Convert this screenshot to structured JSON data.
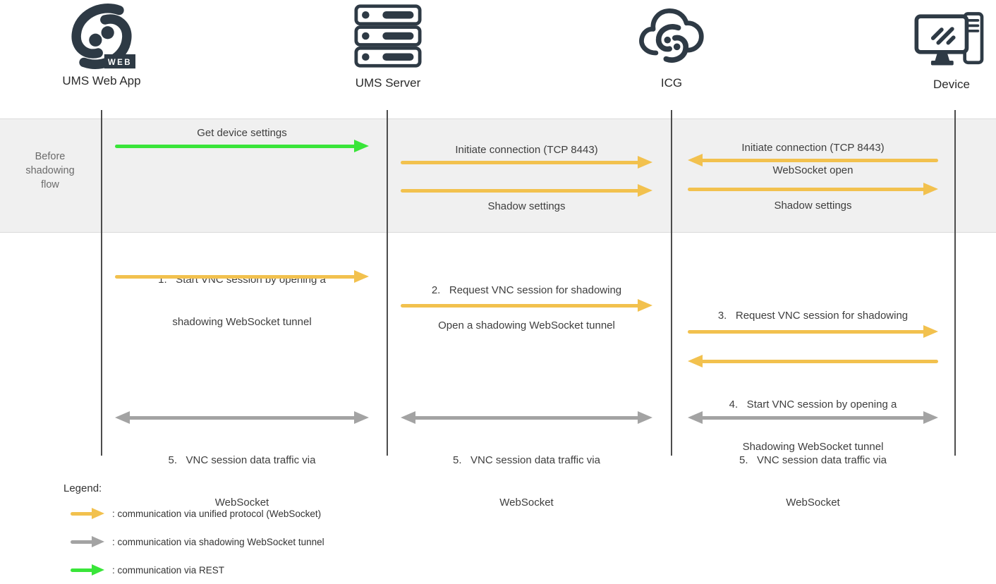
{
  "colors": {
    "unified": "#F2C14E",
    "tunnel": "#A3A3A3",
    "rest": "#39E539",
    "icon": "#2E3A45",
    "band_bg": "#F0F0F0",
    "band_border": "#DBDBDB",
    "lifeline": "#4D4D4D",
    "text": "#3E3E3E",
    "entity_text": "#2B2B2B",
    "band_text": "#6B6B6B",
    "legend_text": "#333333"
  },
  "entities": [
    {
      "label": "UMS Web App",
      "badge": "WEB"
    },
    {
      "label": "UMS Server"
    },
    {
      "label": "ICG"
    },
    {
      "label": "Device"
    }
  ],
  "band": {
    "row_label_lines": {
      "l1": "Before",
      "l2": "shadowing",
      "l3": "flow"
    },
    "get_device_settings": "Get device settings",
    "initiate_connection": "Initiate connection (TCP 8443)",
    "websocket_open": "WebSocket open",
    "shadow_settings": "Shadow settings"
  },
  "flow": {
    "step1": {
      "l1": "1.   Start VNC session by opening a",
      "l2": "shadowing WebSocket tunnel"
    },
    "step2": {
      "label": "2.   Request VNC session for shadowing",
      "note": "Open a shadowing WebSocket tunnel"
    },
    "step3": {
      "label": "3.   Request VNC session for shadowing"
    },
    "step4": {
      "l1": "4.   Start VNC session by opening a",
      "l2": "Shadowing WebSocket tunnel"
    },
    "step5": {
      "l1": "5.   VNC session data traffic via",
      "l2": "WebSocket"
    }
  },
  "legend": {
    "title": "Legend:",
    "items": [
      {
        "text": ": communication via unified protocol (WebSocket)"
      },
      {
        "text": ": communication via shadowing WebSocket tunnel"
      },
      {
        "text": ": communication via REST"
      }
    ]
  }
}
